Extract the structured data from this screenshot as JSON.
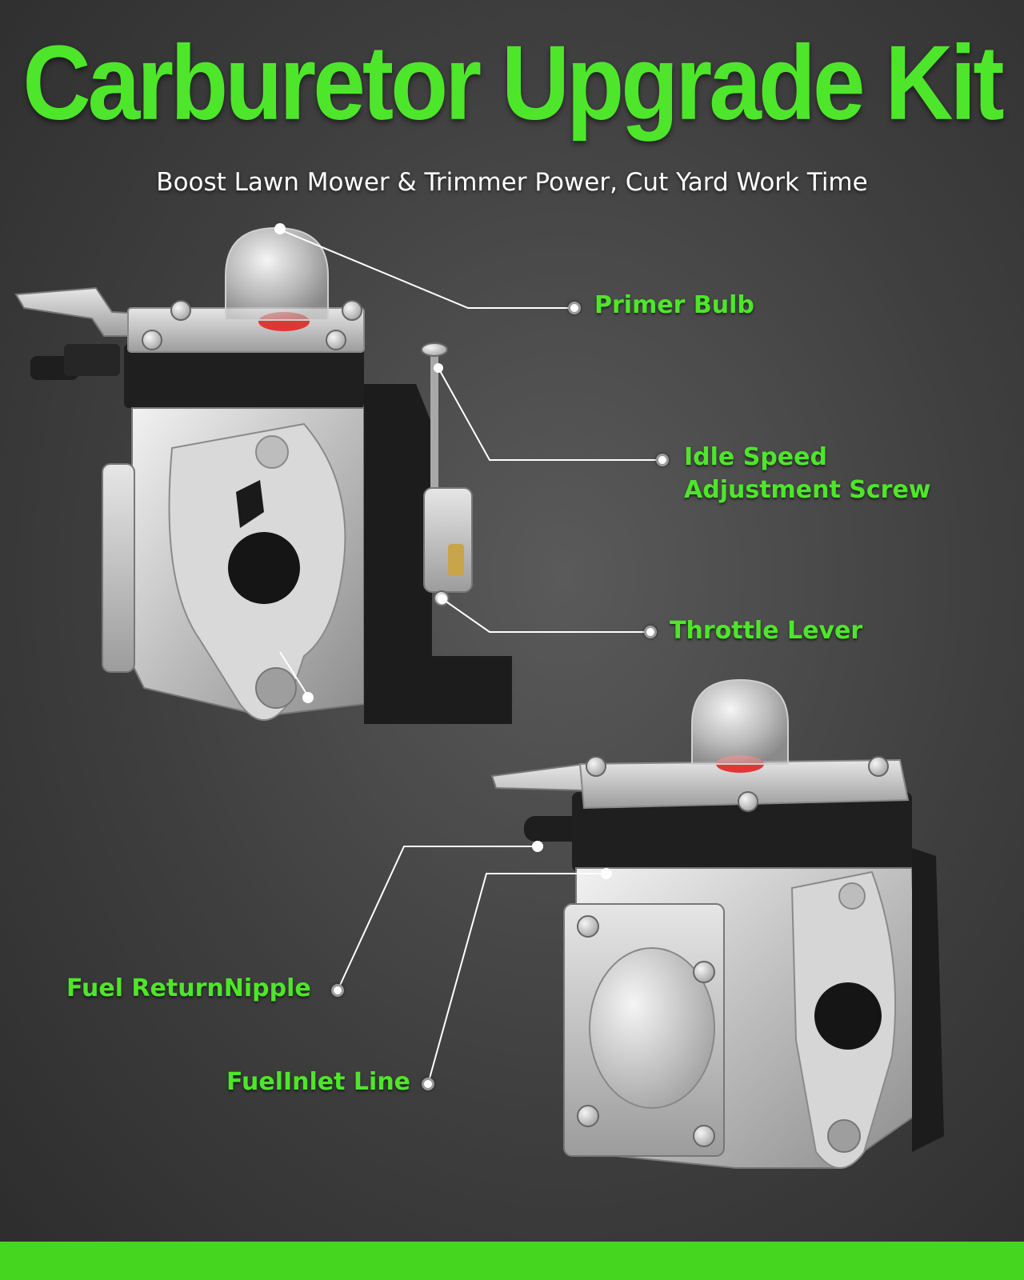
{
  "title": "Carburetor Upgrade Kit",
  "subtitle": "Boost Lawn Mower & Trimmer Power, Cut Yard Work Time",
  "callouts": {
    "primer_bulb": "Primer Bulb",
    "idle_screw_line1": "Idle Speed",
    "idle_screw_line2": "Adjustment Screw",
    "throttle_lever": "Throttle Lever",
    "fuel_return": "Fuel ReturnNipple",
    "fuel_inlet": "FuelInlet Line"
  },
  "colors": {
    "accent_green": "#4ee62a",
    "background": "#3e3e3e",
    "bar_green": "#45d620"
  }
}
